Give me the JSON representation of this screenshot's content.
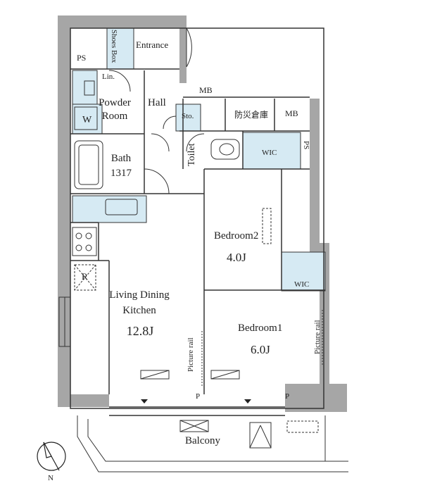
{
  "rooms": {
    "entrance": "Entrance",
    "shoes_box": "Shoes Box",
    "ps_top": "PS",
    "lin": "Lin.",
    "powder_room_1": "Powder",
    "powder_room_2": "Room",
    "washer": "W",
    "hall": "Hall",
    "mb_1": "MB",
    "mb_2": "MB",
    "disaster_storage": "防災倉庫",
    "sto": "Sto.",
    "toilet": "Toilet",
    "wic_1": "WIC",
    "ps_right": "PS",
    "bath": "Bath",
    "bath_size": "1317",
    "bedroom2": "Bedroom2",
    "bedroom2_size": "4.0J",
    "refrigerator": "R",
    "ldk_1": "Living Dining",
    "ldk_2": "Kitchen",
    "ldk_size": "12.8J",
    "wic_2": "WIC",
    "bedroom1": "Bedroom1",
    "bedroom1_size": "6.0J",
    "picture_rail_1": "Picture rail",
    "picture_rail_2": "Picture rail",
    "pipe_1": "P",
    "pipe_2": "P",
    "balcony": "Balcony"
  },
  "compass": {
    "north": "N"
  },
  "colors": {
    "wall": "#a6a6a6",
    "storage": "#d6eaf3",
    "line": "#333333"
  }
}
